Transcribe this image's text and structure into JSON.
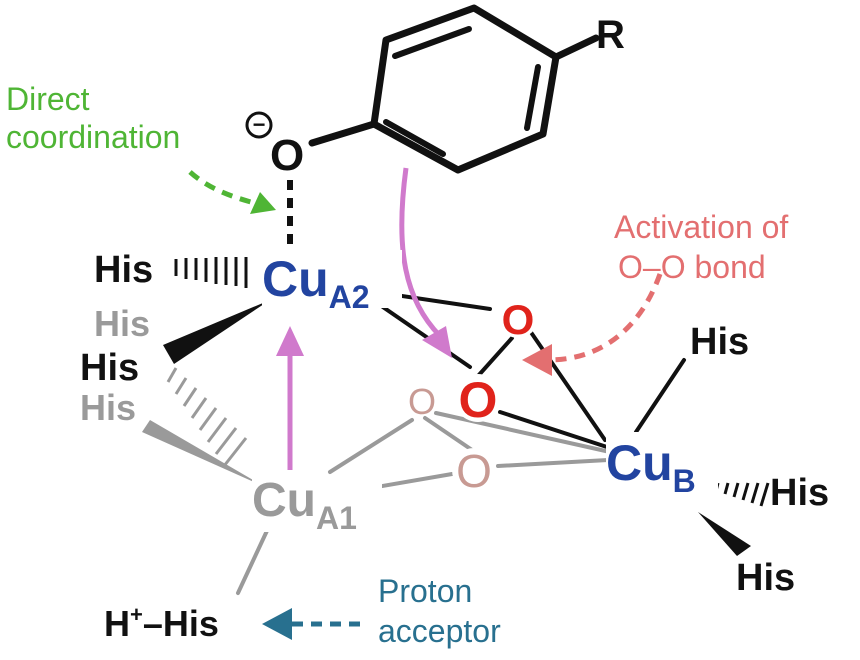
{
  "labels": {
    "r_group": "R",
    "phenolate_charge": "−",
    "phenolate_o": "O",
    "cu_a2": "Cu",
    "cu_a2_sub": "A2",
    "cu_a1": "Cu",
    "cu_a1_sub": "A1",
    "cu_b": "Cu",
    "cu_b_sub": "B",
    "o_red_top": "O",
    "o_red_mid": "O",
    "o_faded_top": "O",
    "o_faded_bottom": "O",
    "his_a2_top": "His",
    "his_a2_left": "His",
    "his_a1_gray_top": "His",
    "his_a1_gray_bottom": "His",
    "his_cub_top": "His",
    "his_cub_right": "His",
    "his_cub_bottom": "His",
    "h_plus_his_h": "H",
    "h_plus_his_plus": "+",
    "h_plus_his_rest": "–His"
  },
  "annotations": {
    "direct_line1": "Direct",
    "direct_line2": "coordination",
    "activation_line1": "Activation of",
    "activation_line2": "O–O bond",
    "proton_line1": "Proton",
    "proton_line2": "acceptor"
  },
  "colors": {
    "black": "#111111",
    "cu_blue": "#2244a0",
    "oxygen_red": "#e0231b",
    "faded_o": "#c89a93",
    "gray": "#9a9a9a",
    "green": "#4fb535",
    "pink_arrow": "#e36f70",
    "magenta_arrow": "#d07acc",
    "teal": "#28708f"
  }
}
